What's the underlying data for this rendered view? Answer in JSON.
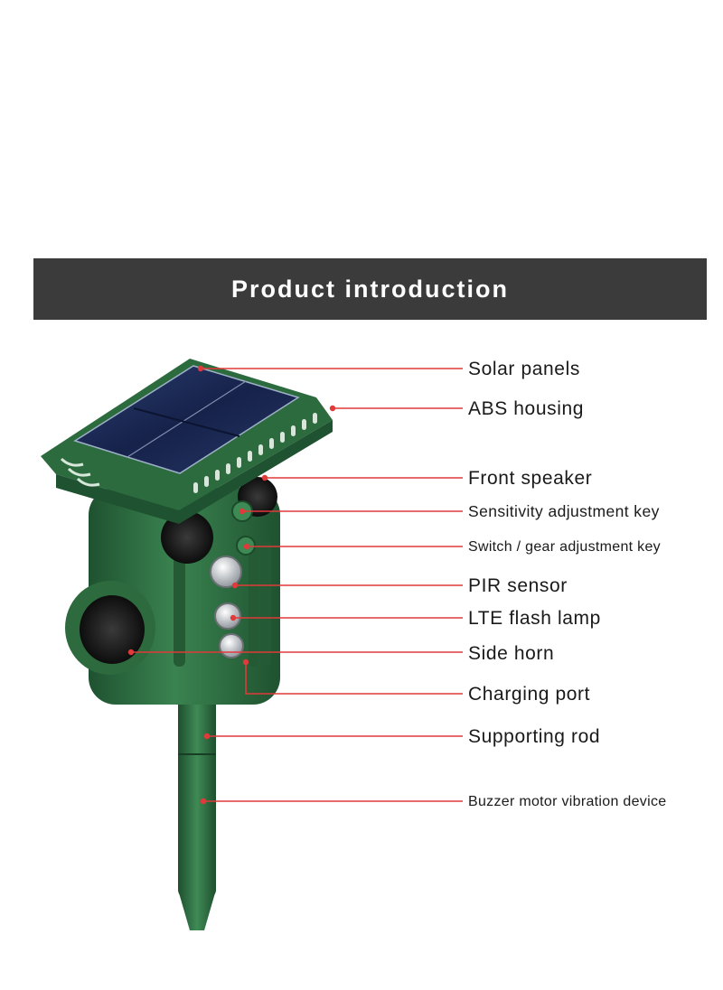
{
  "banner": {
    "title": "Product introduction"
  },
  "colors": {
    "banner_background": "#3b3b3b",
    "leader_line": "#e03a3a",
    "housing_green": "#2f6e40",
    "solar_panel": "#1d2c55"
  },
  "callouts": [
    {
      "label": "Solar panels"
    },
    {
      "label": "ABS housing"
    },
    {
      "label": "Front speaker"
    },
    {
      "label": "Sensitivity adjustment key"
    },
    {
      "label": "Switch / gear adjustment key"
    },
    {
      "label": "PIR sensor"
    },
    {
      "label": "LTE flash lamp"
    },
    {
      "label": "Side horn"
    },
    {
      "label": "Charging port"
    },
    {
      "label": "Supporting rod"
    },
    {
      "label": "Buzzer motor vibration device"
    }
  ]
}
